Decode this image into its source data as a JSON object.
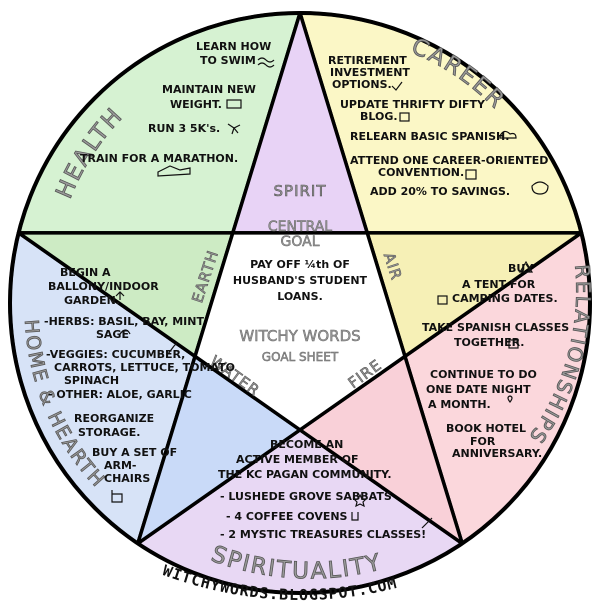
{
  "sections": {
    "health": {
      "title": "HEALTH",
      "items": [
        "LEARN HOW",
        "TO SWIM",
        "MAINTAIN NEW",
        "WEIGHT.",
        "RUN 3 5K's.",
        "TRAIN FOR A MARATHON."
      ]
    },
    "career": {
      "title": "CAREER",
      "items": [
        "RETIREMENT",
        "INVESTMENT",
        "OPTIONS.",
        "UPDATE THRIFTY DIFTY",
        "BLOG.",
        "RELEARN BASIC SPANISH.",
        "ATTEND ONE CAREER-ORIENTED",
        "CONVENTION.",
        "ADD 20% TO SAVINGS."
      ]
    },
    "relationships": {
      "title": "RELATIONSHIPS",
      "items": [
        "BUY",
        "A TENT FOR",
        "CAMPING DATES.",
        "TAKE SPANISH CLASSES",
        "TOGETHER.",
        "CONTINUE TO DO",
        "ONE DATE NIGHT",
        "A MONTH.",
        "BOOK HOTEL",
        "FOR",
        "ANNIVERSARY."
      ]
    },
    "spirituality": {
      "title": "SPIRITUALITY",
      "items": [
        "BECOME AN",
        "ACTIVE MEMBER OF",
        "THE KC PAGAN COMMUNITY.",
        "- LUSHEDE GROVE SABBATS",
        "- 4 COFFEE COVENS",
        "- 2 MYSTIC TREASURES CLASSES!"
      ]
    },
    "home": {
      "title": "HOME & HEARTH",
      "items": [
        "BEGIN A",
        "BALLONY/INDOOR",
        "GARDEN.",
        "-HERBS: BASIL, BAY, MINT",
        "SAGE",
        "-VEGGIES: CUCUMBER,",
        "CARROTS, LETTUCE, TOMATO",
        "SPINACH",
        "- OTHER: ALOE, GARLIC",
        "REORGANIZE",
        "STORAGE.",
        "BUY A SET OF",
        "ARM-",
        "CHAIRS"
      ]
    }
  },
  "elements": {
    "spirit": "SPIRIT",
    "air": "AIR",
    "fire": "FIRE",
    "water": "WATER",
    "earth": "EARTH"
  },
  "center": {
    "lines": [
      "CENTRAL",
      "GOAL",
      "PAY OFF ¼th OF",
      "HUSBAND'S STUDENT",
      "LOANS."
    ],
    "brand_lines": [
      "WITCHY WORDS",
      "GOAL SHEET"
    ]
  },
  "footer": "WITCHYWORDS.BLOGSPOT.COM",
  "colors": {
    "health": "#d6f2d2",
    "career": "#fbf7c6",
    "relationships": "#fbd7dc",
    "spirituality": "#e8d8f4",
    "home": "#d7e3f7",
    "spirit": "#e8d3f6",
    "air": "#f6f0b6",
    "fire": "#f9d0d8",
    "water": "#c9daf8",
    "earth": "#cdebc4",
    "center": "#ffffff",
    "line": "#000000"
  }
}
